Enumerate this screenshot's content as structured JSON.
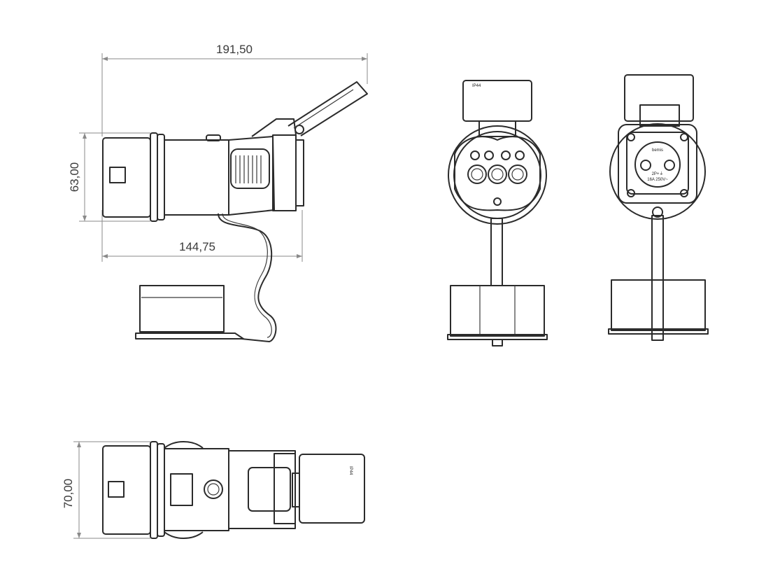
{
  "dimensions": {
    "overall_length": "191,50",
    "height": "63,00",
    "body_length": "144,75",
    "width": "70,00"
  },
  "labels": {
    "brand": "bemis",
    "ip_rating": "IP44",
    "rating_line1": "2P+⏚",
    "rating_line2": "16A 250V~"
  }
}
